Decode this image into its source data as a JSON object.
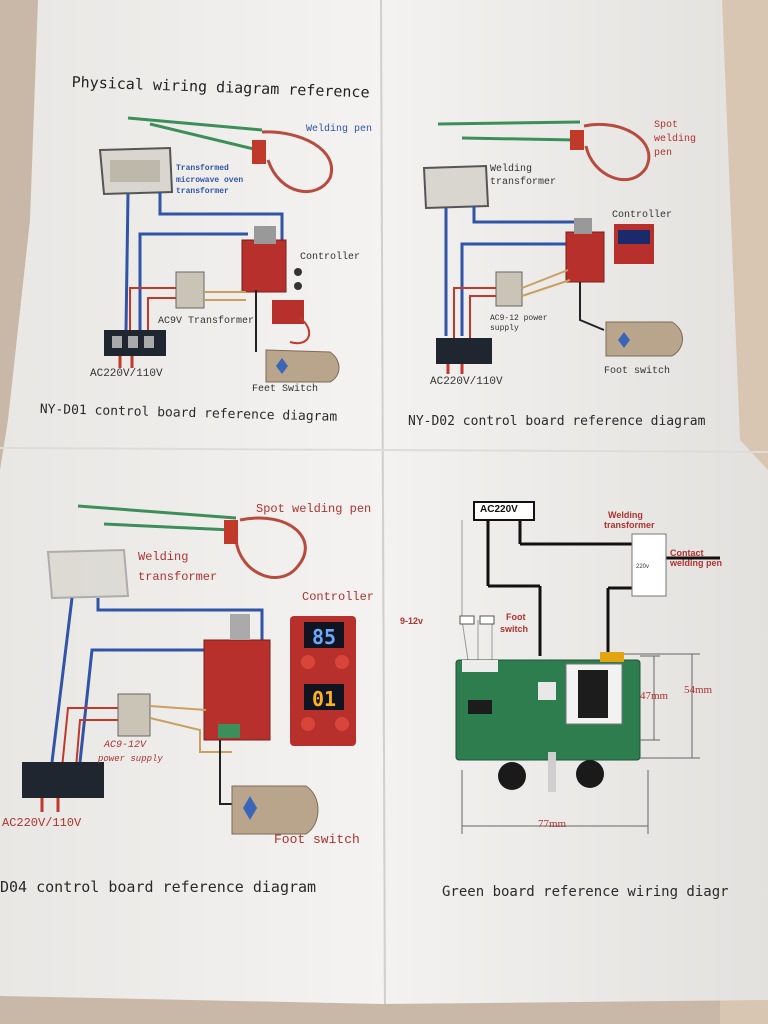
{
  "doc": {
    "title": "Physical wiring diagram reference"
  },
  "d01": {
    "welding_pen": "Welding pen",
    "transformer_1": "Transformed",
    "transformer_2": "microwave oven",
    "transformer_3": "transformer",
    "controller": "Controller",
    "ac9v": "AC9V Transformer",
    "ac_input": "AC220V/110V",
    "foot": "Feet Switch",
    "caption": "NY-D01 control board reference diagram"
  },
  "d02": {
    "pen_1": "Spot",
    "pen_2": "welding",
    "pen_3": "pen",
    "transformer_1": "Welding",
    "transformer_2": "transformer",
    "controller": "Controller",
    "supply_1": "AC9-12 power",
    "supply_2": "supply",
    "ac_input": "AC220V/110V",
    "foot": "Foot switch",
    "caption": "NY-D02 control board reference diagram"
  },
  "d04": {
    "pen": "Spot welding pen",
    "transformer_1": "Welding",
    "transformer_2": "transformer",
    "controller": "Controller",
    "display_top": "85",
    "display_bottom": "01",
    "supply_1": "AC9-12V",
    "supply_2": "power supply",
    "ac_input": "AC220V/110V",
    "foot": "Foot switch",
    "caption": "D04 control board reference diagram"
  },
  "green": {
    "ac_box": "AC220V",
    "transformer_1": "Welding",
    "transformer_2": "transformer",
    "contact_1": "Contact",
    "contact_2": "welding pen",
    "tf_inner": "220v",
    "supply": "9-12v",
    "foot_1": "Foot",
    "foot_2": "switch",
    "dim_h1": "47mm",
    "dim_h2": "54mm",
    "dim_w": "77mm",
    "caption": "Green board reference wiring diagr"
  },
  "colors": {
    "wire_blue": "#2f54a8",
    "wire_green": "#3c8f5a",
    "wire_red": "#c0392b",
    "wire_tan": "#c8a060",
    "board_red": "#b8302c",
    "board_green": "#2e7d4f",
    "label_red": "#b0322e"
  }
}
